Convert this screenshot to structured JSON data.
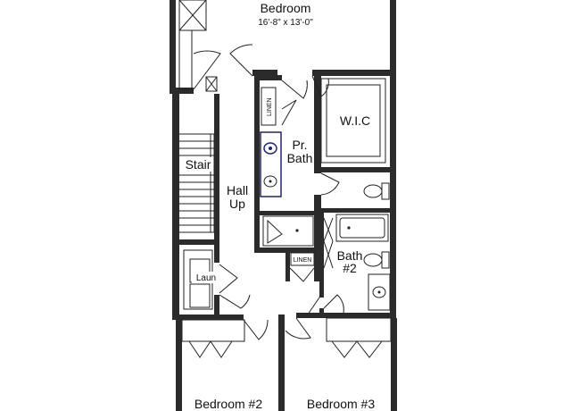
{
  "rooms": {
    "bedroom_main": {
      "name": "Bedroom",
      "dimensions": "16'-8\" x 13'-0\""
    },
    "wic": "W.I.C",
    "pr_bath_line1": "Pr.",
    "pr_bath_line2": "Bath",
    "stair": "Stair",
    "hall_line1": "Hall",
    "hall_line2": "Up",
    "bath2_line1": "Bath",
    "bath2_line2": "#2",
    "laun": "Laun",
    "linen_upper": "LINEN",
    "linen_lower": "LINEN",
    "bedroom2": "Bedroom #2",
    "bedroom3": "Bedroom #3"
  },
  "colors": {
    "wall": "#2b2b2b",
    "vanity_outline": "#1a237e",
    "background": "#ffffff"
  }
}
